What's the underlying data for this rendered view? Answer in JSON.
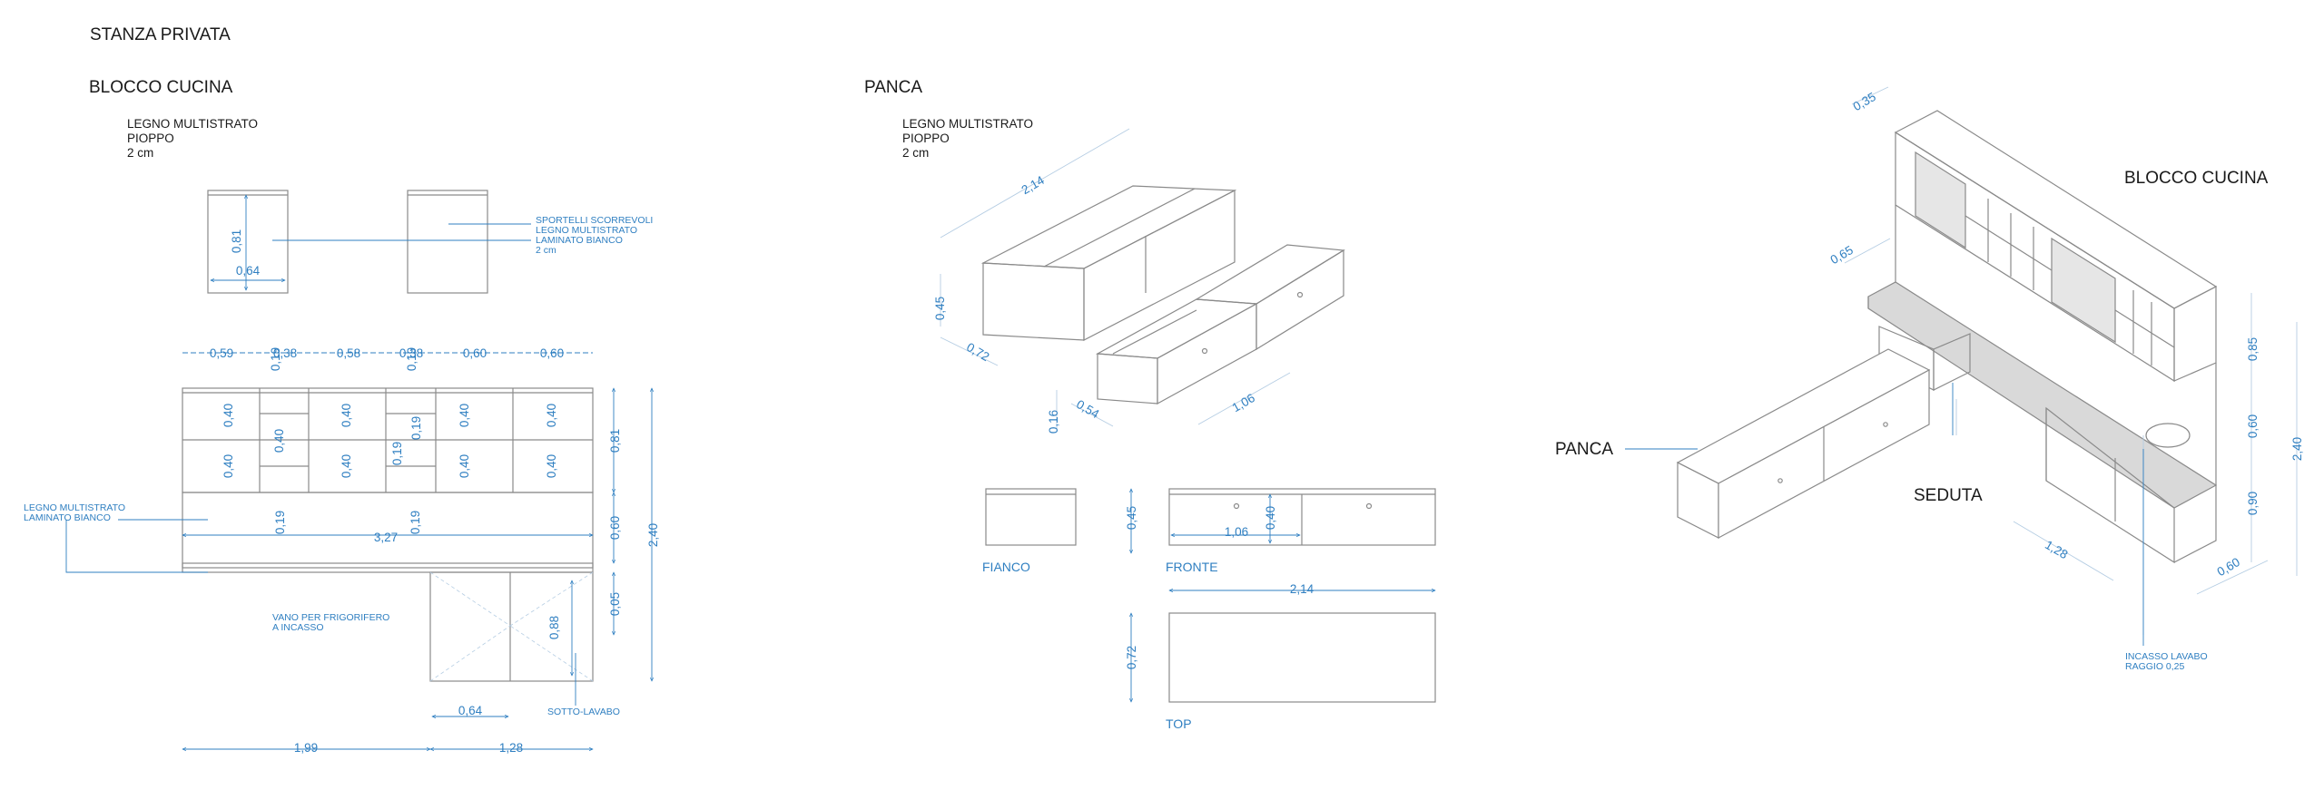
{
  "sheet_title": "STANZA PRIVATA",
  "kitchen": {
    "title": "BLOCCO CUCINA",
    "material": [
      "LEGNO MULTISTRATO",
      "PIOPPO",
      "2 cm"
    ],
    "note_doors": [
      "SPORTELLI SCORREVOLI",
      "LEGNO MULTISTRATO",
      "LAMINATO BIANCO",
      "2 cm"
    ],
    "note_left": [
      "LEGNO MULTISTRATO",
      "LAMINATO BIANCO"
    ],
    "note_fridge": [
      "VANO PER FRIGORIFERO",
      "A INCASSO"
    ],
    "note_sink": "SOTTO-LAVABO",
    "dims": {
      "upper_h": "0,81",
      "upper_w": "0,64",
      "t1": "0,59",
      "t2": "0,38",
      "t3": "0,58",
      "t4": "0,38",
      "t5": "0,60",
      "t6": "0,60",
      "v_small_a": "0,19",
      "v_small_b": "0,19",
      "shelf": "0,40",
      "small": "0,19",
      "total_w": "3,27",
      "right1": "0,81",
      "right2": "0,60",
      "right3": "0,05",
      "total_h": "2,40",
      "cab_h": "0,88",
      "cab_w": "0,64",
      "b1": "1,99",
      "b2": "1,28"
    }
  },
  "bench": {
    "title": "PANCA",
    "material": [
      "LEGNO MULTISTRATO",
      "PIOPPO",
      "2 cm"
    ],
    "dims": {
      "len": "2,14",
      "h": "0,45",
      "d": "0,72",
      "drawer_h": "0,16",
      "drawer_d": "0,54",
      "drawer_w": "1,06",
      "front_h": "0,45",
      "front_dw": "1,06",
      "front_dh": "0,40",
      "top_w": "2,14",
      "top_h": "0,72"
    },
    "view_side": "FIANCO",
    "view_front": "FRONTE",
    "view_top": "TOP"
  },
  "axo": {
    "label_kitchen": "BLOCCO CUCINA",
    "label_bench": "PANCA",
    "label_seat": "SEDUTA",
    "note_sink": [
      "INCASSO LAVABO",
      "RAGGIO 0,25"
    ],
    "dims": {
      "top_d": "0,35",
      "counter_d": "0,65",
      "r1": "0,85",
      "r2": "0,60",
      "r3": "0,90",
      "total": "2,40",
      "w1": "1,28",
      "w2": "0,60"
    }
  },
  "colors": {
    "line": "#8a8a8a",
    "dim": "#2f7fc1",
    "text": "#1a1a1a",
    "counter": "#d9d9d9"
  }
}
